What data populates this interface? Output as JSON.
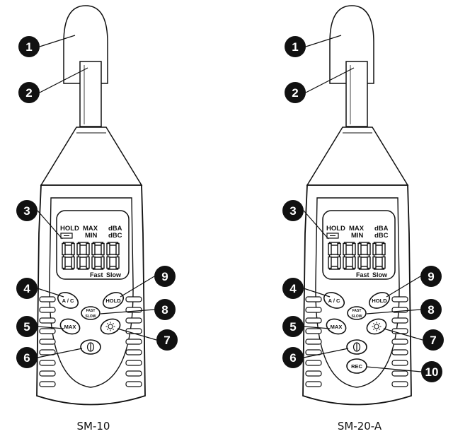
{
  "meters": [
    {
      "model": "SM-10",
      "lcd": {
        "hold": "HOLD",
        "max": "MAX",
        "min": "MIN",
        "dba": "dBA",
        "dbc": "dBC",
        "fast": "Fast",
        "slow": "Slow",
        "digits": "8888"
      },
      "buttons": {
        "ac": "A / C",
        "hold": "HOLD",
        "fast": "FAST",
        "slow": "SLOW",
        "max": "MAX",
        "rec": ""
      },
      "callouts": [
        "1",
        "2",
        "3",
        "4",
        "5",
        "6",
        "7",
        "8",
        "9"
      ]
    },
    {
      "model": "SM-20-A",
      "lcd": {
        "hold": "HOLD",
        "max": "MAX",
        "min": "MIN",
        "dba": "dBA",
        "dbc": "dBC",
        "fast": "Fast",
        "slow": "Slow",
        "digits": "8888"
      },
      "buttons": {
        "ac": "A / C",
        "hold": "HOLD",
        "fast": "FAST",
        "slow": "SLOW",
        "max": "MAX",
        "rec": "REC"
      },
      "callouts": [
        "1",
        "2",
        "3",
        "4",
        "5",
        "6",
        "7",
        "8",
        "9",
        "10"
      ]
    }
  ]
}
